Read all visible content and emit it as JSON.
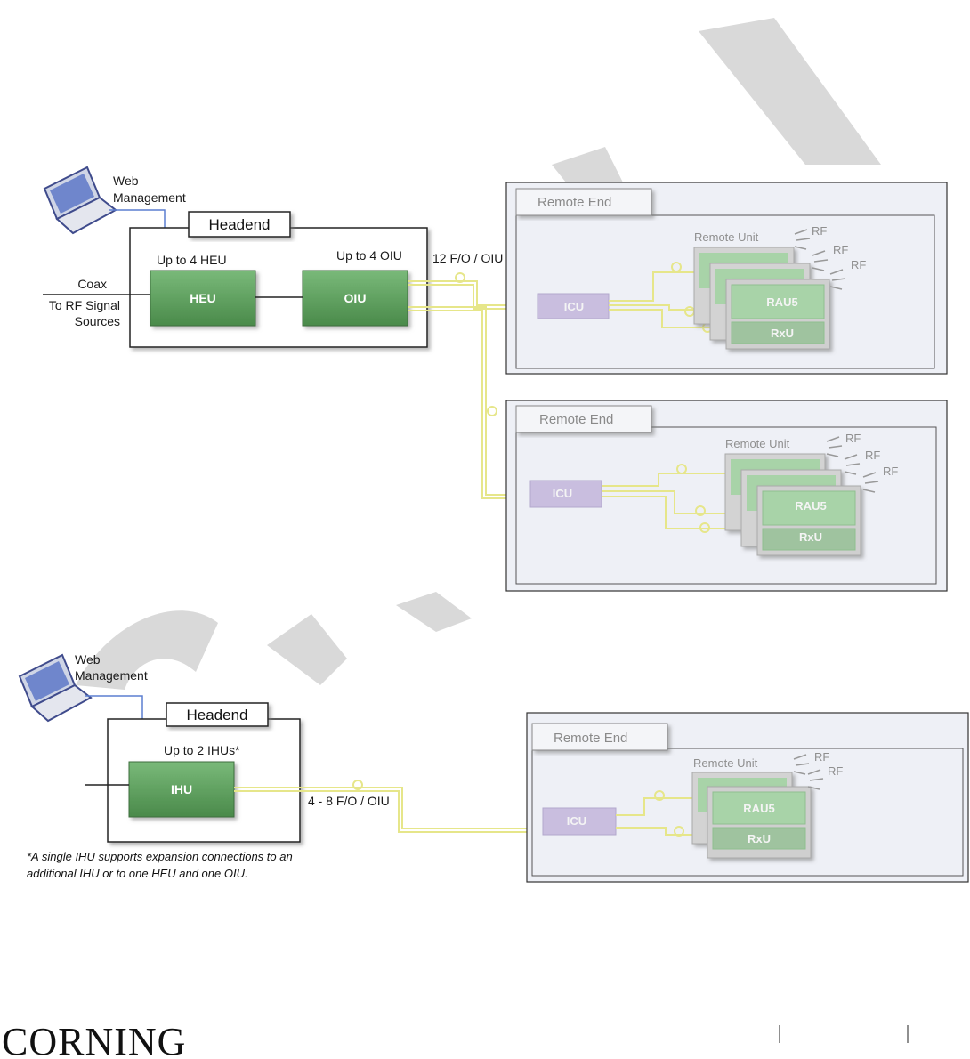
{
  "top": {
    "web_management": [
      "Web",
      "Management"
    ],
    "headend_title": "Headend",
    "heu_caption": "Up to 4 HEU",
    "oiu_caption": "Up to 4 OIU",
    "heu_label": "HEU",
    "oiu_label": "OIU",
    "fiber_label": "12 F/O / OIU",
    "coax_label": "Coax",
    "rf_sources": [
      "To RF Signal",
      "Sources"
    ],
    "remote_end_1": {
      "title": "Remote End",
      "icu": "ICU",
      "remote_unit": "Remote Unit",
      "rau": "RAU5",
      "rxu": "RxU",
      "rf": [
        "RF",
        "RF",
        "RF"
      ]
    },
    "remote_end_2": {
      "title": "Remote End",
      "icu": "ICU",
      "remote_unit": "Remote Unit",
      "rau": "RAU5",
      "rxu": "RxU",
      "rf": [
        "RF",
        "RF",
        "RF"
      ]
    }
  },
  "bottom": {
    "web_management": [
      "Web",
      "Management"
    ],
    "headend_title": "Headend",
    "ihu_caption": "Up to 2 IHUs*",
    "ihu_label": "IHU",
    "fiber_label": "4 - 8 F/O / OIU",
    "footnote": [
      "*A single IHU supports expansion connections to an",
      "additional IHU or to one HEU and one OIU."
    ],
    "remote_end": {
      "title": "Remote End",
      "icu": "ICU",
      "remote_unit": "Remote Unit",
      "rau": "RAU5",
      "rxu": "RxU",
      "rf": [
        "RF",
        "RF"
      ]
    }
  },
  "footer": {
    "logo": "CORNING"
  },
  "colors": {
    "green": "#5a9a5a",
    "fiber": "#e6e68a",
    "icu": "#c9bedf",
    "web_line": "#5b7fd1",
    "watermark": "#d9d9d9"
  }
}
